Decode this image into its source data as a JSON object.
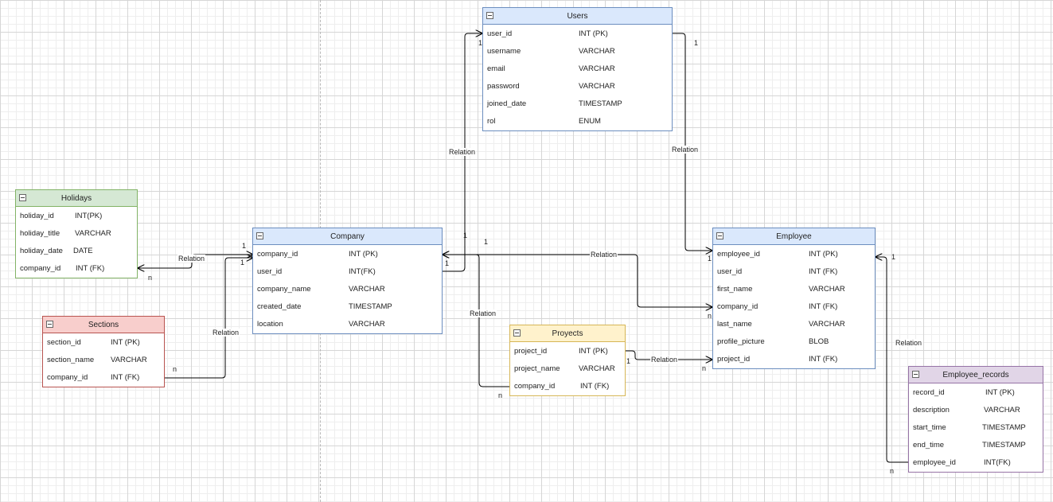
{
  "tables": {
    "users": {
      "title": "Users",
      "rows": [
        {
          "field": "user_id",
          "type": "INT (PK)"
        },
        {
          "field": "username",
          "type": "VARCHAR"
        },
        {
          "field": "email",
          "type": "VARCHAR"
        },
        {
          "field": "password",
          "type": "VARCHAR"
        },
        {
          "field": "joined_date",
          "type": "TIMESTAMP"
        },
        {
          "field": "rol",
          "type": "ENUM"
        }
      ]
    },
    "holidays": {
      "title": "Holidays",
      "rows": [
        {
          "field": "holiday_id",
          "type": "INT(PK)"
        },
        {
          "field": "holiday_title",
          "type": "VARCHAR"
        },
        {
          "field": "holiday_date",
          "type": "DATE"
        },
        {
          "field": "company_id",
          "type": "INT (FK)"
        }
      ]
    },
    "company": {
      "title": "Company",
      "rows": [
        {
          "field": "company_id",
          "type": "INT (PK)"
        },
        {
          "field": "user_id",
          "type": "INT(FK)"
        },
        {
          "field": "company_name",
          "type": "VARCHAR"
        },
        {
          "field": "created_date",
          "type": "TIMESTAMP"
        },
        {
          "field": "location",
          "type": "VARCHAR"
        }
      ]
    },
    "sections": {
      "title": "Sections",
      "rows": [
        {
          "field": "section_id",
          "type": "INT (PK)"
        },
        {
          "field": "section_name",
          "type": "VARCHAR"
        },
        {
          "field": "company_id",
          "type": "INT (FK)"
        }
      ]
    },
    "employee": {
      "title": "Employee",
      "rows": [
        {
          "field": "employee_id",
          "type": "INT (PK)"
        },
        {
          "field": "user_id",
          "type": "INT (FK)"
        },
        {
          "field": "first_name",
          "type": "VARCHAR"
        },
        {
          "field": "company_id",
          "type": "INT (FK)"
        },
        {
          "field": "last_name",
          "type": "VARCHAR"
        },
        {
          "field": "profile_picture",
          "type": "BLOB"
        },
        {
          "field": "project_id",
          "type": "INT (FK)"
        }
      ]
    },
    "proyects": {
      "title": "Proyects",
      "rows": [
        {
          "field": "project_id",
          "type": "INT (PK)"
        },
        {
          "field": "project_name",
          "type": "VARCHAR"
        },
        {
          "field": "company_id",
          "type": "INT (FK)"
        }
      ]
    },
    "employee_records": {
      "title": "Employee_records",
      "rows": [
        {
          "field": "record_id",
          "type": "INT (PK)"
        },
        {
          "field": "description",
          "type": "VARCHAR"
        },
        {
          "field": "start_time",
          "type": "TIMESTAMP"
        },
        {
          "field": "end_time",
          "type": "TIMESTAMP"
        },
        {
          "field": "employee_id",
          "type": "INT(FK)"
        }
      ]
    }
  },
  "relations": {
    "label": "Relation",
    "one": "1",
    "many": "n"
  },
  "colors": {
    "blue_fill": "#dae8fc",
    "blue_stroke": "#6c8ebf",
    "green_fill": "#d5e8d4",
    "green_stroke": "#82b366",
    "red_fill": "#f8cecc",
    "red_stroke": "#b85450",
    "yellow_fill": "#fff2cc",
    "yellow_stroke": "#d6b656",
    "purple_fill": "#e1d5e7",
    "purple_stroke": "#9673a6"
  }
}
